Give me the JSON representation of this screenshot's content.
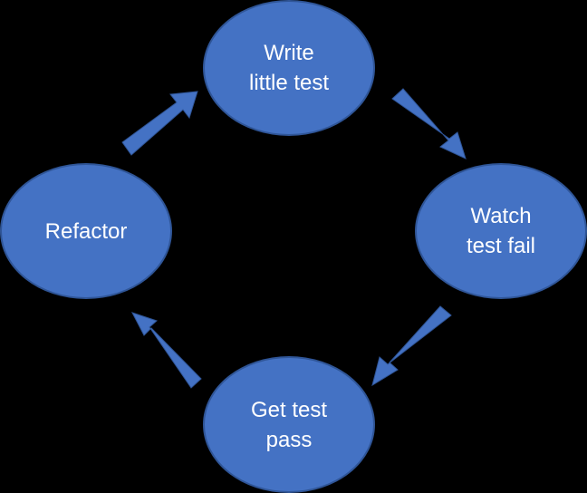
{
  "diagram": {
    "nodes": [
      {
        "id": "write",
        "label": "Write\nlittle test"
      },
      {
        "id": "watch",
        "label": "Watch\ntest fail"
      },
      {
        "id": "pass",
        "label": "Get test\npass"
      },
      {
        "id": "refactor",
        "label": "Refactor"
      }
    ],
    "edges": [
      {
        "from": "refactor",
        "to": "write"
      },
      {
        "from": "write",
        "to": "watch"
      },
      {
        "from": "watch",
        "to": "pass"
      },
      {
        "from": "pass",
        "to": "refactor"
      }
    ],
    "colors": {
      "node_fill": "#4472C4",
      "node_border": "#2F5597",
      "arrow_fill": "#4472C4",
      "background": "#000000",
      "text": "#FFFFFF"
    }
  }
}
